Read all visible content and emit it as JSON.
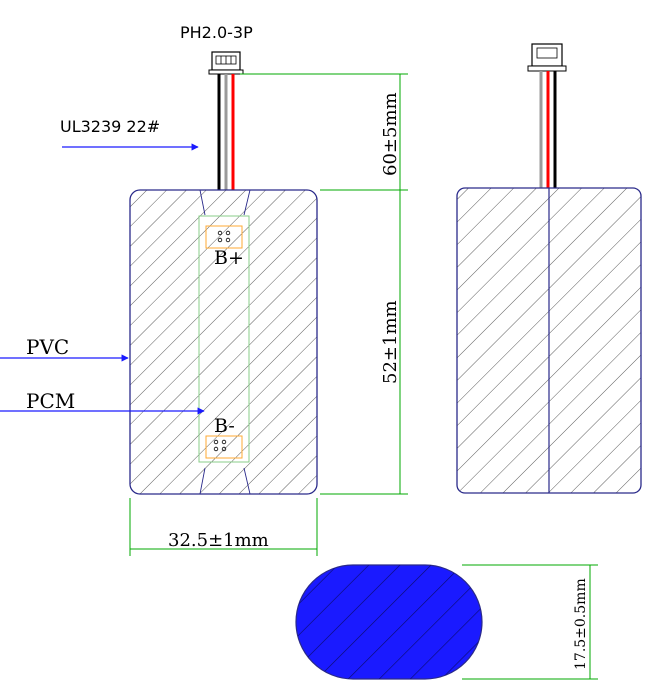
{
  "labels": {
    "connector": "PH2.0-3P",
    "wire": "UL3239 22#",
    "pvc": "PVC",
    "pcm": "PCM",
    "b_plus": "B+",
    "b_minus": "B-"
  },
  "dimensions": {
    "wire_length": "60±5mm",
    "height": "52±1mm",
    "width": "32.5±1mm",
    "thickness": "17.5±0.5mm"
  },
  "colors": {
    "outline": "#2a2a8a",
    "hatch": "#4a4a4a",
    "dimension_line": "#00aa00",
    "arrow": "#1a1aff",
    "cross_section_fill": "#1a1aff",
    "wire_red": "#ff0000",
    "wire_black": "#000000",
    "wire_grey": "#9a9a9a",
    "pcm_outline": "#88cc88",
    "pad_outline": "#ffaa33"
  }
}
